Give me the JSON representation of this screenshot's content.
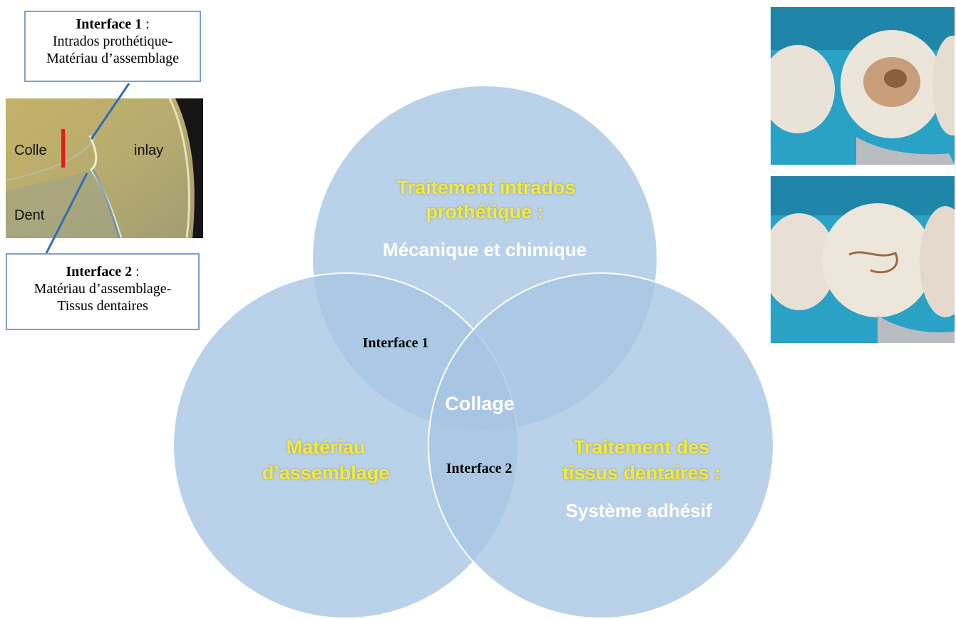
{
  "colors": {
    "circle_fill": "#a7c5e3",
    "circle_opacity": 0.78,
    "overlap_dark": "#7ea6d2",
    "title_yellow": "#f2ea3d",
    "subtitle_white": "#ffffff",
    "connector_blue": "#2f6db5",
    "marker_red": "#e8191b",
    "callout_border": "#7f9fcc"
  },
  "callouts": {
    "interface1": {
      "bold": "Interface 1",
      "sep": " :",
      "line2": "Intrados prothétique-",
      "line3": "Matériau d’assemblage"
    },
    "interface2": {
      "bold": "Interface 2",
      "sep": " :",
      "line2": "Matériau d’assemblage-",
      "line3": "Tissus dentaires"
    }
  },
  "micrograph": {
    "label_colle": "Colle",
    "label_inlay": "inlay",
    "label_dent": "Dent"
  },
  "venn": {
    "top": {
      "title_line1": "Traitement intrados",
      "title_line2": "prothétique :",
      "subtitle": "Mécanique et chimique"
    },
    "left": {
      "title_line1": "Matériau",
      "title_line2": "d’assemblage"
    },
    "right": {
      "title_line1": "Traitement des",
      "title_line2": "tissus dentaires :",
      "subtitle": "Système adhésif"
    },
    "center": "Collage",
    "interface1": "Interface 1",
    "interface2": "Interface 2"
  },
  "photos": {
    "before": "tooth-cavity-photo",
    "after": "tooth-restored-photo"
  }
}
